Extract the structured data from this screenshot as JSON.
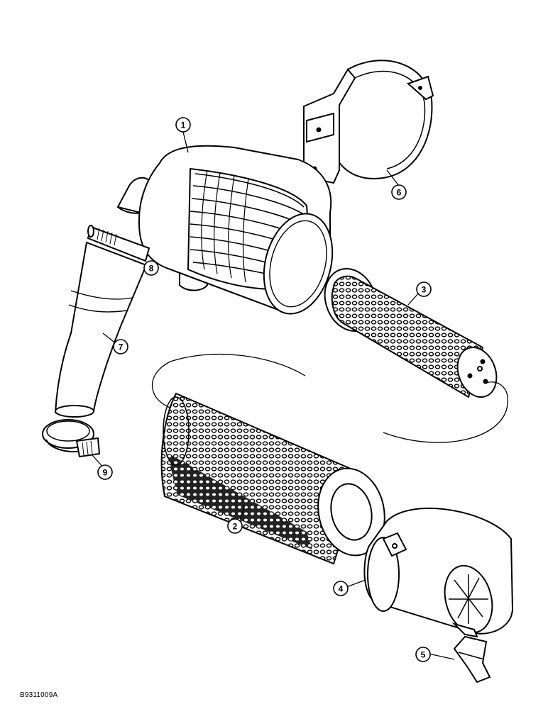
{
  "callouts": [
    {
      "id": "1",
      "label": "1"
    },
    {
      "id": "2",
      "label": "2"
    },
    {
      "id": "3",
      "label": "3"
    },
    {
      "id": "4",
      "label": "4"
    },
    {
      "id": "5",
      "label": "5"
    },
    {
      "id": "6",
      "label": "6"
    },
    {
      "id": "7",
      "label": "7"
    },
    {
      "id": "8",
      "label": "8"
    },
    {
      "id": "9",
      "label": "9"
    }
  ],
  "reference_code": "B9311009A"
}
